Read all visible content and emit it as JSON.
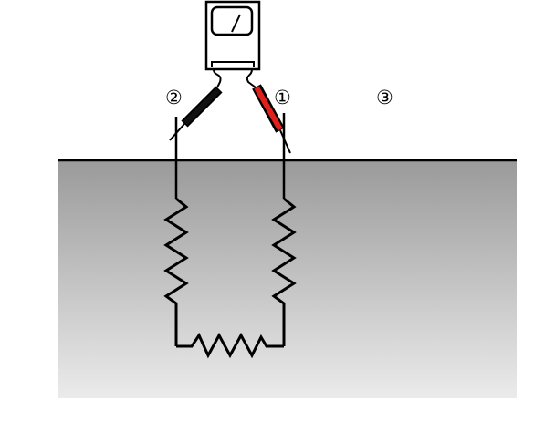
{
  "labels": {
    "probe_red": "①",
    "probe_black": "②",
    "probe_third": "③"
  },
  "colors": {
    "ground_top": "#9a9a9a",
    "ground_bottom": "#ebebeb",
    "probe_red": "#e0201a",
    "probe_black": "#111111",
    "wire": "#000000"
  }
}
